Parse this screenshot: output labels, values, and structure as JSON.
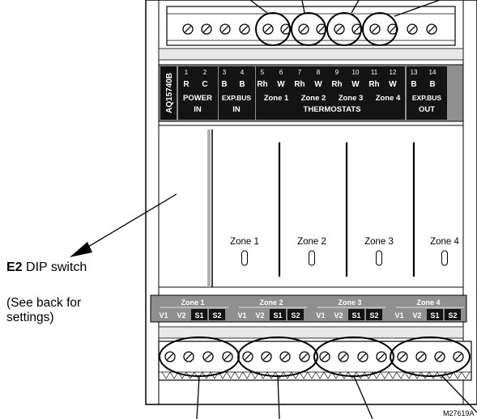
{
  "model_code": "AQ15740B",
  "callout": {
    "bold": "E2",
    "title": "DIP switch",
    "note_line1": "(See back for",
    "note_line2": "settings)"
  },
  "top_terminals": [
    {
      "number": "1",
      "code": "R"
    },
    {
      "number": "2",
      "code": "C"
    },
    {
      "number": "3",
      "code": "B"
    },
    {
      "number": "4",
      "code": "B"
    },
    {
      "number": "5",
      "code": "Rh"
    },
    {
      "number": "6",
      "code": "W"
    },
    {
      "number": "7",
      "code": "Rh"
    },
    {
      "number": "8",
      "code": "W"
    },
    {
      "number": "9",
      "code": "Rh"
    },
    {
      "number": "10",
      "code": "W"
    },
    {
      "number": "11",
      "code": "Rh"
    },
    {
      "number": "12",
      "code": "W"
    },
    {
      "number": "13",
      "code": "B"
    },
    {
      "number": "14",
      "code": "B"
    }
  ],
  "top_groups": {
    "power_in_1": "POWER",
    "power_in_2": "IN",
    "expbus_in_1": "EXP.BUS",
    "expbus_in_2": "IN",
    "zone1": "Zone 1",
    "zone2": "Zone 2",
    "zone3": "Zone 3",
    "zone4": "Zone 4",
    "thermostats": "THERMOSTATS",
    "expbus_out_1": "EXP.BUS",
    "expbus_out_2": "OUT"
  },
  "zones": [
    "Zone 1",
    "Zone 2",
    "Zone 3",
    "Zone 4"
  ],
  "bottom_terminals": [
    "V1",
    "V2",
    "S1",
    "S2"
  ],
  "figure_id": "M27619A"
}
